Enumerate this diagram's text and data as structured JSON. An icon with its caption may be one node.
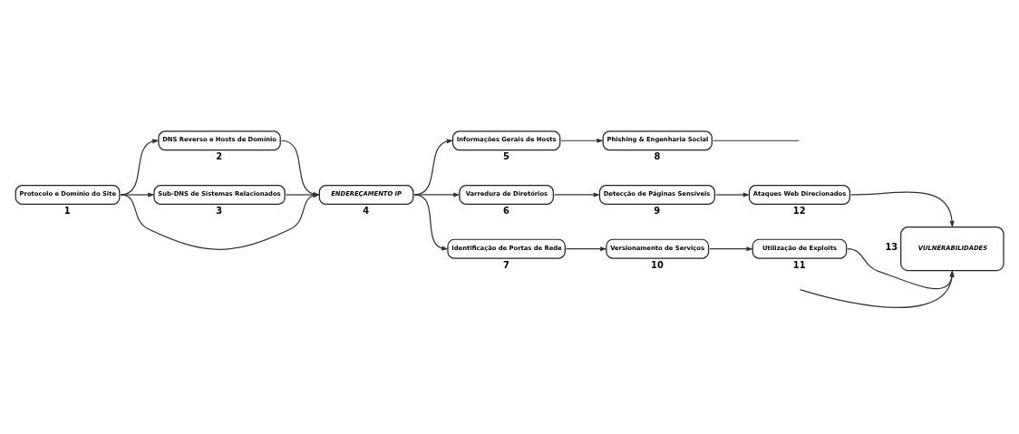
{
  "diagram": {
    "nodes": [
      {
        "text": [
          "Protocolo e Domínio do Site"
        ],
        "beside": [
          "1"
        ]
      },
      {
        "text": [
          "DNS Reverso e Hosts de Domínio"
        ],
        "beside": [
          "2"
        ]
      },
      {
        "text": [
          "Sub-DNS de Sistemas Relacionados"
        ],
        "beside": [
          "3"
        ]
      },
      {
        "text": [
          "ENDEREÇAMENTO IP"
        ],
        "beside": [
          "4"
        ]
      },
      {
        "text": [
          "Informações Gerais de Hosts"
        ],
        "beside": [
          "5"
        ]
      },
      {
        "text": [
          "Varredura de Diretórios"
        ],
        "beside": [
          "6"
        ]
      },
      {
        "text": [
          "Identificação de Portas de Rede"
        ],
        "beside": [
          "7"
        ]
      },
      {
        "text": [
          "Phishing & Engenharia Social"
        ],
        "beside": [
          "8"
        ]
      },
      {
        "text": [
          "Detecção de Páginas Sensíveis"
        ],
        "beside": [
          "9"
        ]
      },
      {
        "text": [
          "Versionamento de Serviços"
        ],
        "beside": [
          "10"
        ]
      },
      {
        "text": [
          "Utilização de Exploits"
        ],
        "beside": [
          "11"
        ]
      },
      {
        "text": [
          "Ataques Web Direcionados"
        ],
        "beside": [
          "12"
        ]
      },
      {
        "text": [
          "VULNERABILIDADES"
        ],
        "beside": [
          "13"
        ]
      }
    ],
    "edges": [
      {
        "from": 0,
        "to": 1,
        "arrow": "to"
      },
      {
        "from": 0,
        "to": 3,
        "arrow": "to"
      },
      {
        "from": 0,
        "to": 2,
        "arrow": "to"
      },
      {
        "from": 1,
        "to": 3,
        "arrow": "to"
      },
      {
        "from": 2,
        "to": 3,
        "arrow": "to"
      },
      {
        "from": 3,
        "to": 4,
        "arrow": "to"
      },
      {
        "from": 3,
        "to": 5,
        "arrow": "to"
      },
      {
        "from": 3,
        "to": 6,
        "arrow": "to"
      },
      {
        "from": 4,
        "to": 7,
        "arrow": "to"
      },
      {
        "from": 5,
        "to": 8,
        "arrow": "to"
      },
      {
        "from": 6,
        "to": 9,
        "arrow": "to"
      },
      {
        "from": 7,
        "to": null,
        "arrow": "none"
      },
      {
        "from": 9,
        "to": 10,
        "arrow": "to"
      },
      {
        "from": 8,
        "to": 11,
        "arrow": "to"
      },
      {
        "from": 10,
        "to": 12,
        "arrow": "to"
      },
      {
        "from": 11,
        "to": 12,
        "arrow": "to"
      },
      {
        "from": null,
        "to": 12,
        "arrow": "to"
      }
    ]
  }
}
